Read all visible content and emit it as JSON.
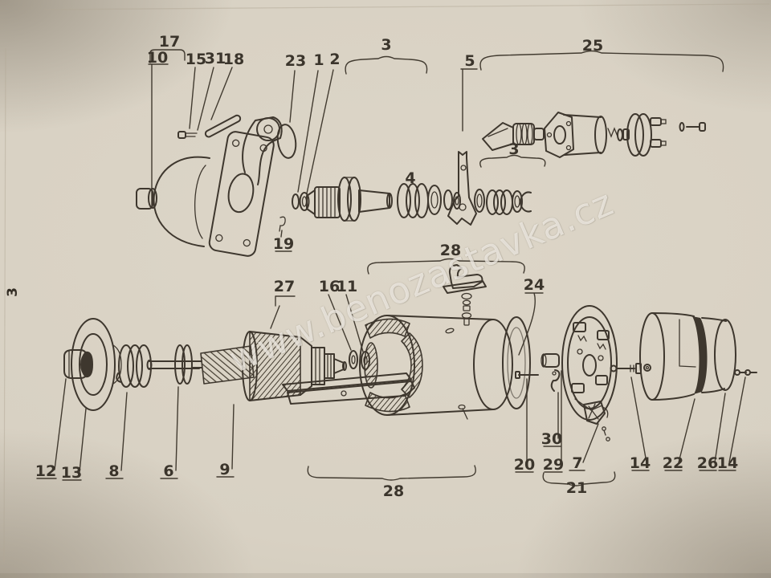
{
  "page": {
    "side_page_number": "3",
    "watermark": "www.benozastavka.cz"
  },
  "colors": {
    "paper": "#d8d1c3",
    "ink": "#362f26",
    "watermark_text": "#f6f3eb"
  },
  "diagram": {
    "type": "exploded-parts-diagram",
    "callouts": [
      {
        "label": "17"
      },
      {
        "label": "10"
      },
      {
        "label": "15"
      },
      {
        "label": "31"
      },
      {
        "label": "18"
      },
      {
        "label": "23"
      },
      {
        "label": "1"
      },
      {
        "label": "2"
      },
      {
        "label": "3"
      },
      {
        "label": "5"
      },
      {
        "label": "25"
      },
      {
        "label": "3"
      },
      {
        "label": "4"
      },
      {
        "label": "19"
      },
      {
        "label": "28"
      },
      {
        "label": "27"
      },
      {
        "label": "16"
      },
      {
        "label": "11"
      },
      {
        "label": "24"
      },
      {
        "label": "12"
      },
      {
        "label": "13"
      },
      {
        "label": "8"
      },
      {
        "label": "6"
      },
      {
        "label": "9"
      },
      {
        "label": "28"
      },
      {
        "label": "20"
      },
      {
        "label": "30"
      },
      {
        "label": "29"
      },
      {
        "label": "7"
      },
      {
        "label": "21"
      },
      {
        "label": "14"
      },
      {
        "label": "22"
      },
      {
        "label": "26"
      },
      {
        "label": "14"
      }
    ]
  }
}
